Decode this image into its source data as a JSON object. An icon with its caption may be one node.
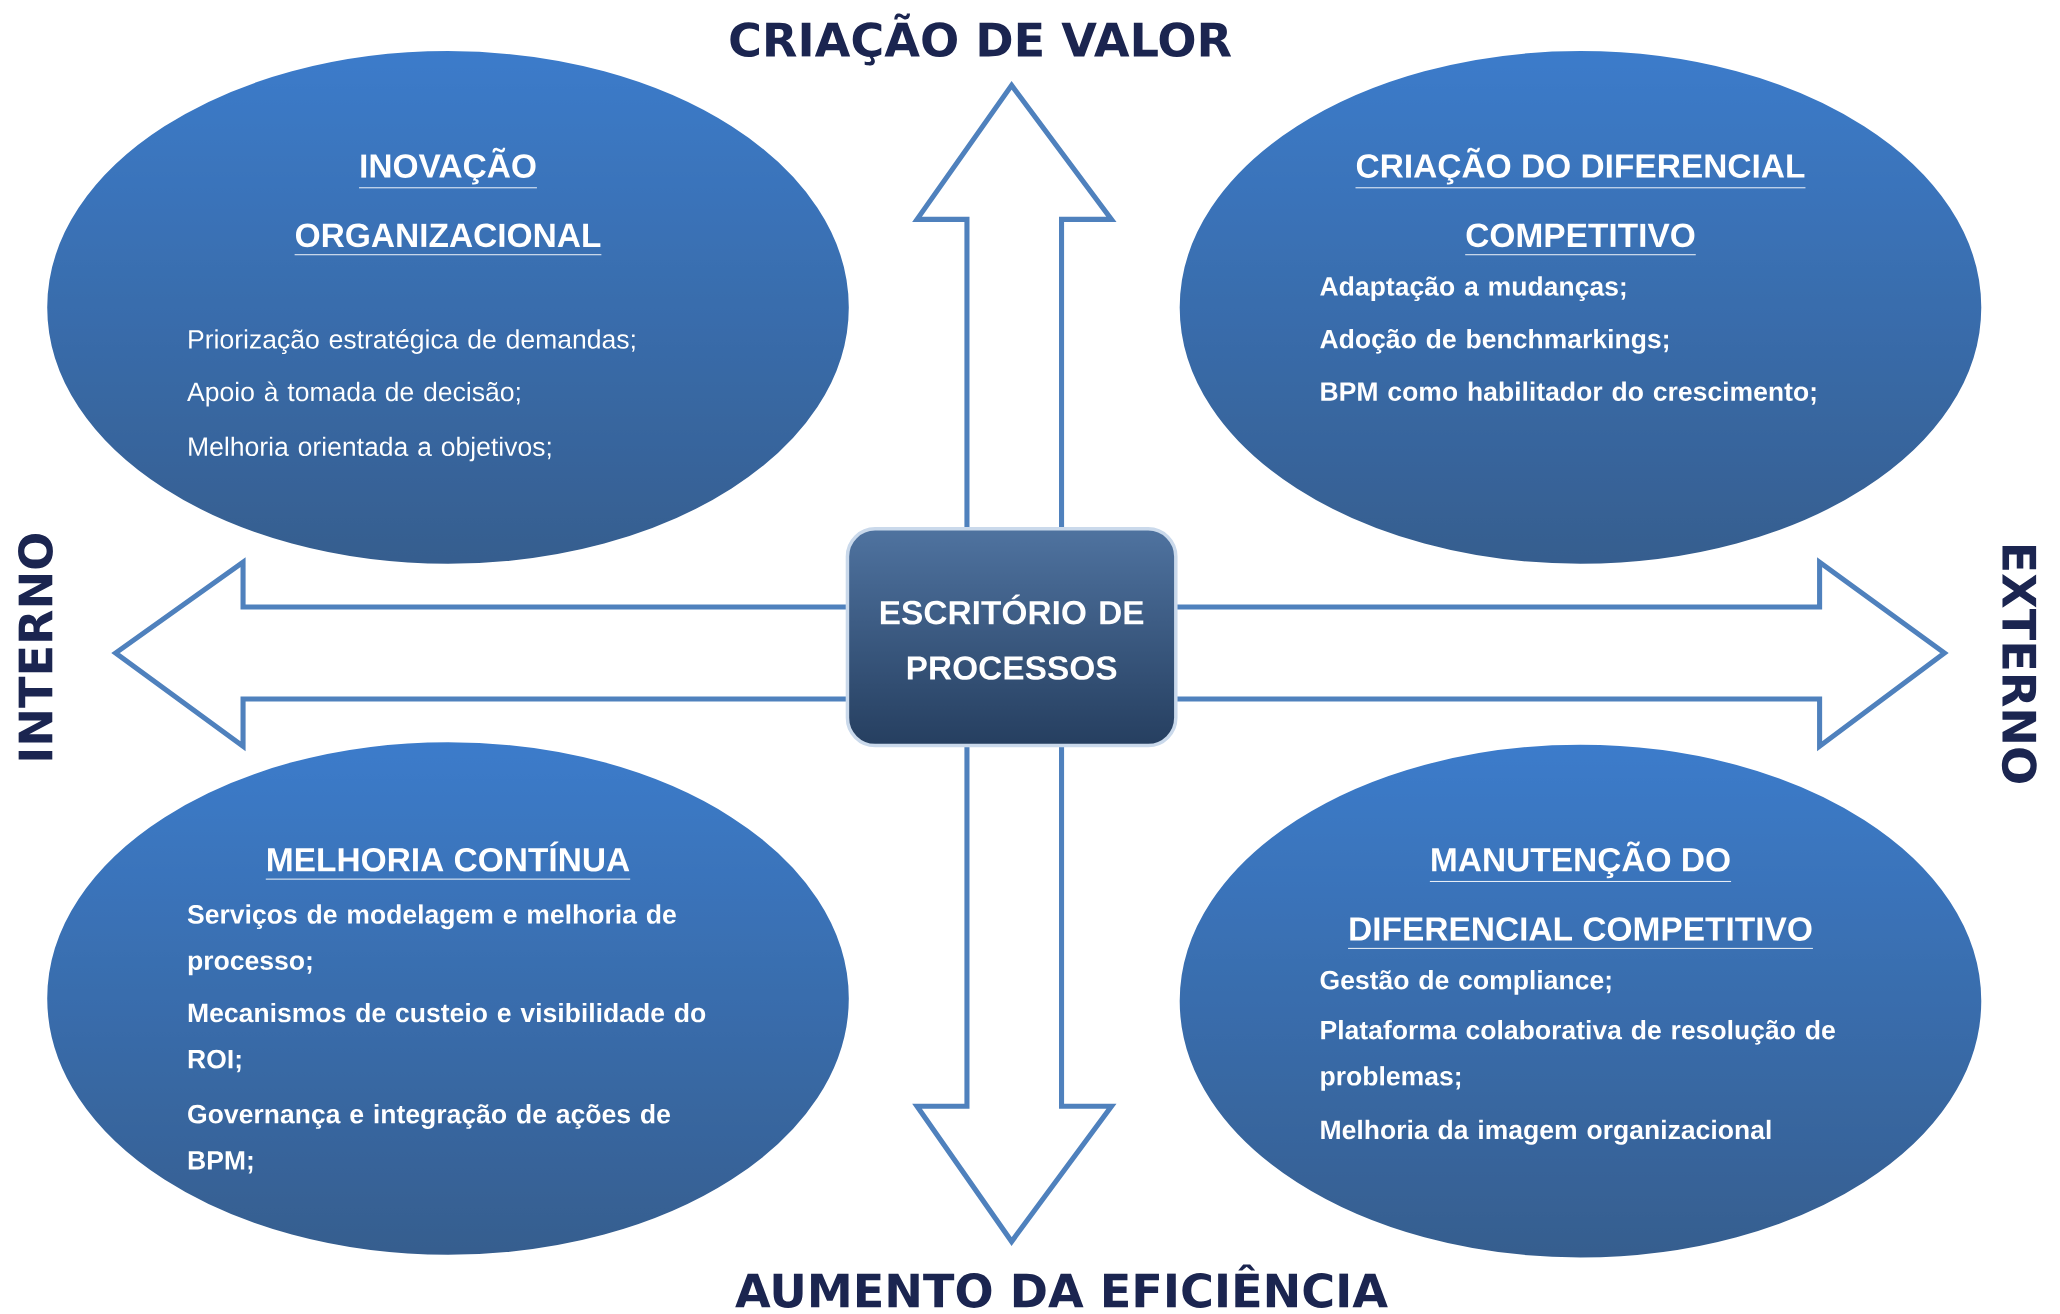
{
  "diagram": {
    "nodes": [
      {
        "text": [
          "INOVAÇÃO ORGANIZACIONAL",
          "Priorização estratégica de demandas;",
          "Apoio à tomada de decisão;",
          "Melhoria orientada a objetivos;"
        ]
      },
      {
        "text": [
          "CRIAÇÃO DO DIFERENCIAL COMPETITIVO",
          "Adaptação a mudanças;",
          "Adoção de benchmarkings;",
          "BPM como habilitador do crescimento;"
        ]
      },
      {
        "text": [
          "ESCRITÓRIO DE PROCESSOS"
        ]
      },
      {
        "text": [
          "MELHORIA CONTÍNUA",
          "Serviços de modelagem e melhoria de processo;",
          "Mecanismos de custeio e visibilidade do ROI;",
          "Governança e integração de ações de BPM;"
        ]
      },
      {
        "text": [
          "MANUTENÇÃO DO DIFERENCIAL COMPETITIVO",
          "Gestão de compliance;",
          "Plataforma colaborativa de resolução de problemas;",
          "Melhoria da imagem organizacional"
        ]
      }
    ],
    "labels": [
      "CRIAÇÃO DE VALOR",
      "INTERNO",
      "EXTERNO",
      "AUMENTO DA EFICIÊNCIA"
    ]
  }
}
